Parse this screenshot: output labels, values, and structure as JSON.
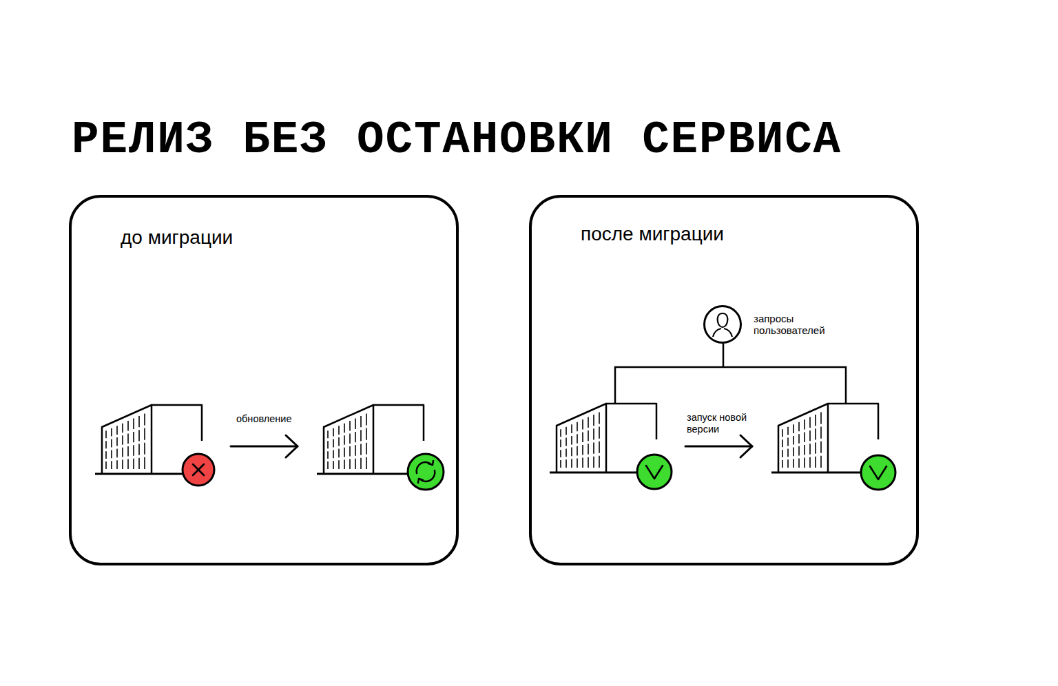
{
  "diagram": {
    "title": "РЕЛИЗ БЕЗ ОСТАНОВКИ СЕРВИСА",
    "nodes": [
      {
        "text": [
          "до миграции"
        ]
      },
      {
        "text": [
          "после миграции"
        ]
      },
      {
        "text": [
          "запросы пользователей"
        ],
        "in": 1
      }
    ],
    "labels": [
      "обновление",
      "запуск новой версии"
    ]
  }
}
